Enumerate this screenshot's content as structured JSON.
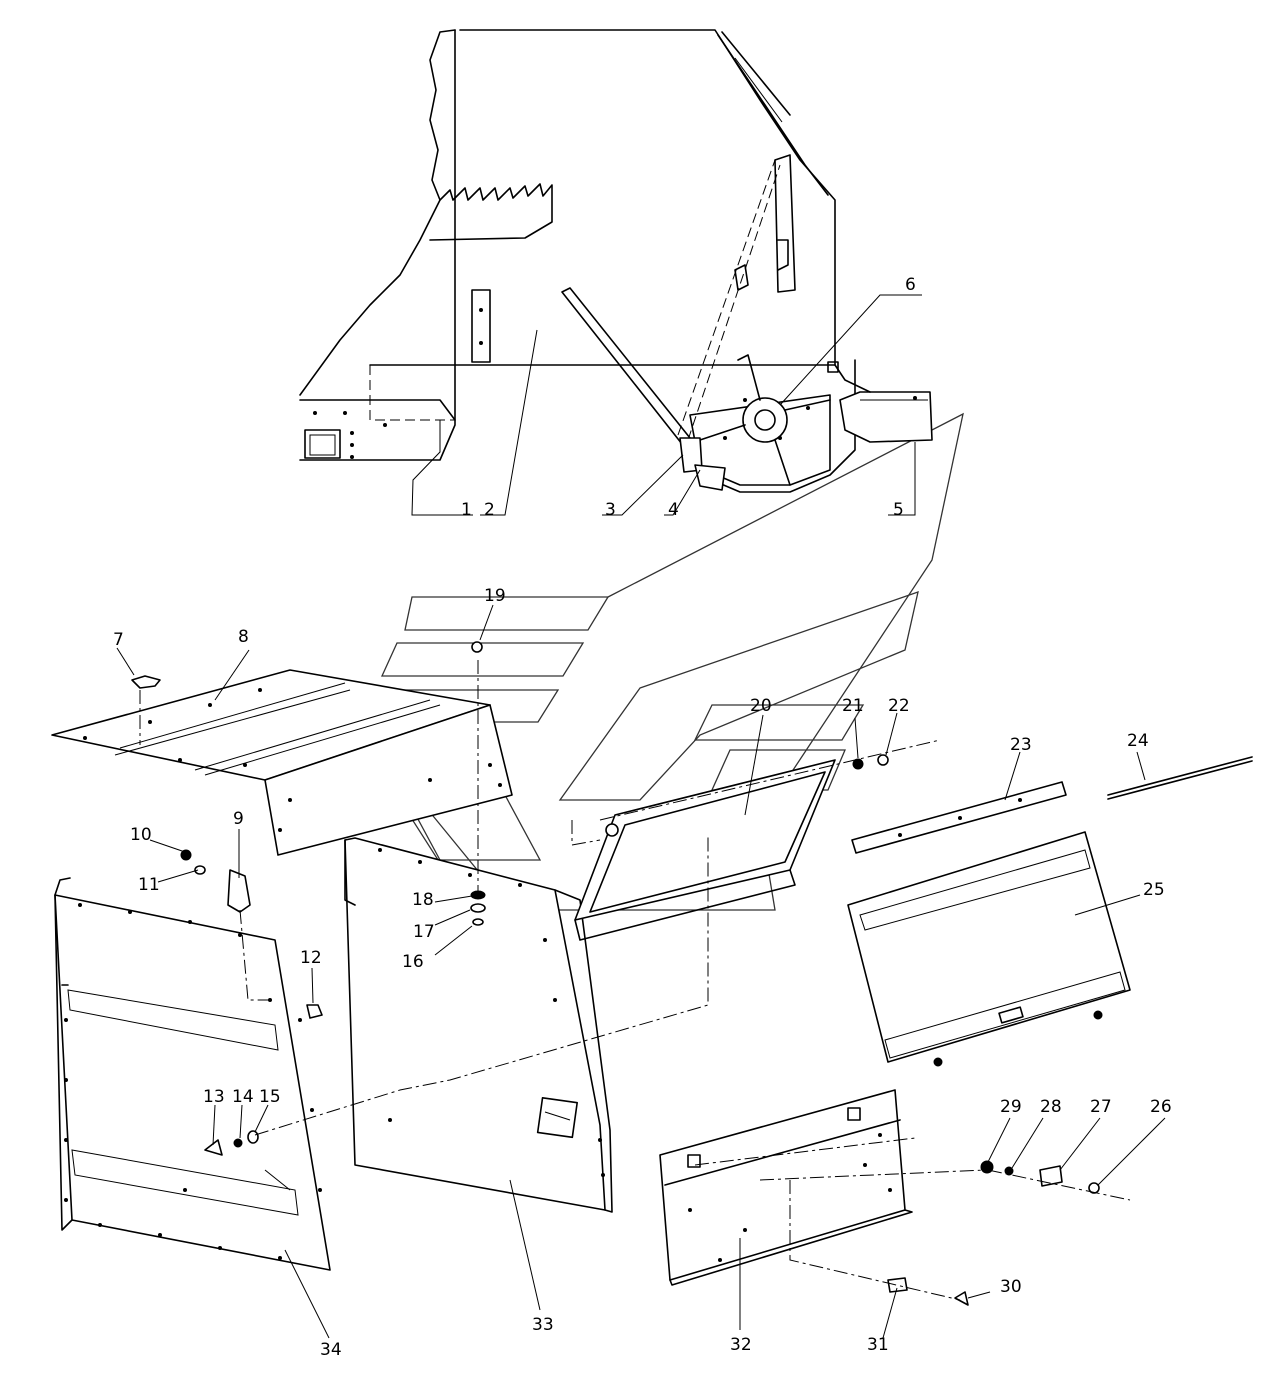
{
  "drawing": {
    "labels": [
      "1",
      "2",
      "3",
      "4",
      "5",
      "6",
      "7",
      "8",
      "9",
      "10",
      "11",
      "12",
      "13",
      "14",
      "15",
      "16",
      "17",
      "18",
      "19",
      "20",
      "21",
      "22",
      "23",
      "24",
      "25",
      "26",
      "27",
      "28",
      "29",
      "30",
      "31",
      "32",
      "33",
      "34"
    ]
  }
}
